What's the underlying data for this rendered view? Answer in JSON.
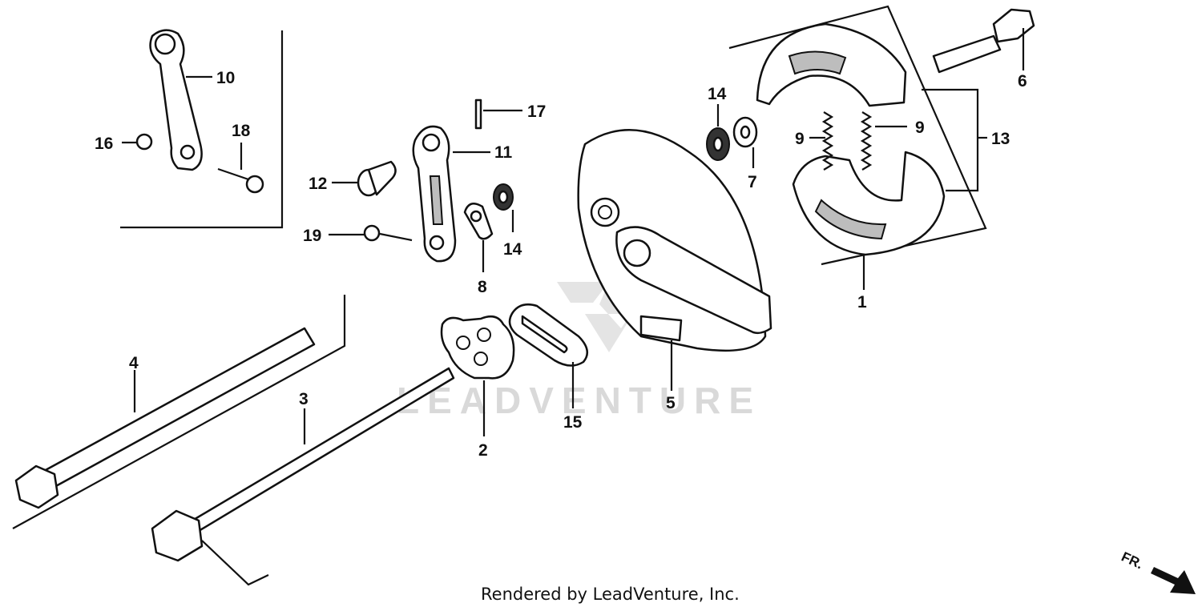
{
  "diagram": {
    "watermark": "LEADVENTURE",
    "footer": "Rendered by LeadVenture, Inc.",
    "direction_label": "FR.",
    "callouts": {
      "c1": "1",
      "c2": "2",
      "c3": "3",
      "c4": "4",
      "c5": "5",
      "c6": "6",
      "c7": "7",
      "c8": "8",
      "c9a": "9",
      "c9b": "9",
      "c10": "10",
      "c11": "11",
      "c12": "12",
      "c13": "13",
      "c14a": "14",
      "c14b": "14",
      "c15": "15",
      "c16": "16",
      "c17": "17",
      "c18": "18",
      "c19": "19"
    }
  }
}
